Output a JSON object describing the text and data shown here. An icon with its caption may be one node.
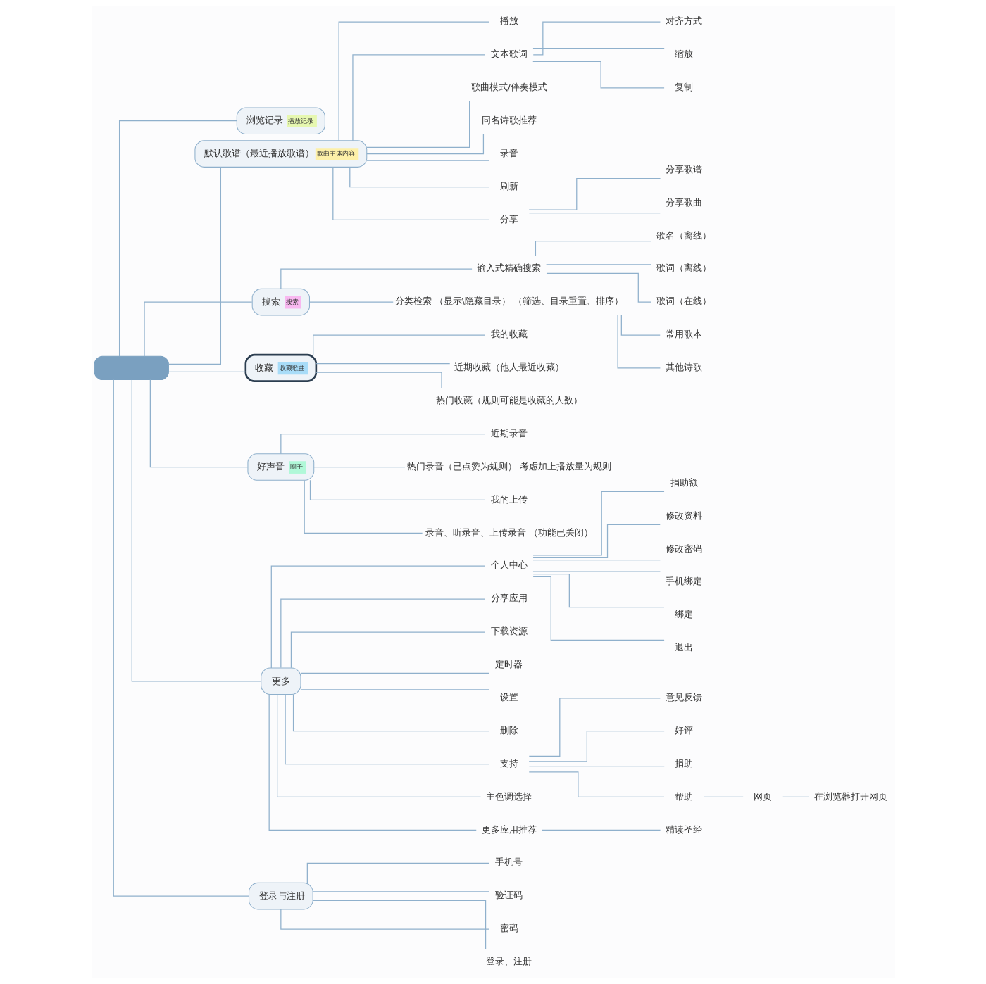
{
  "diagram": {
    "nodes": [
      {
        "text": [],
        "shape": "box"
      },
      {
        "text": [
          "浏览记录",
          "播放记录"
        ]
      },
      {
        "text": [
          "默认歌谱（最近播放歌谱）",
          "歌曲主体内容"
        ]
      },
      {
        "text": [
          "播放"
        ]
      },
      {
        "text": [
          "文本歌词"
        ]
      },
      {
        "text": [
          "对齐方式"
        ]
      },
      {
        "text": [
          "缩放"
        ]
      },
      {
        "text": [
          "复制"
        ]
      },
      {
        "text": [
          "歌曲模式/伴奏模式"
        ]
      },
      {
        "text": [
          "同名诗歌推荐"
        ]
      },
      {
        "text": [
          "录音"
        ]
      },
      {
        "text": [
          "刷新"
        ]
      },
      {
        "text": [
          "分享"
        ]
      },
      {
        "text": [
          "分享歌谱"
        ]
      },
      {
        "text": [
          "分享歌曲"
        ]
      },
      {
        "text": [
          "搜索",
          "搜索"
        ]
      },
      {
        "text": [
          "输入式精确搜索"
        ]
      },
      {
        "text": [
          "歌名（离线）"
        ]
      },
      {
        "text": [
          "歌词（离线）"
        ]
      },
      {
        "text": [
          "歌词（在线）"
        ]
      },
      {
        "text": [
          "分类检索 （显示\\隐藏目录） （筛选、目录重置、排序）"
        ]
      },
      {
        "text": [
          "常用歌本"
        ]
      },
      {
        "text": [
          "其他诗歌"
        ]
      },
      {
        "text": [
          "收藏",
          "收藏歌曲"
        ]
      },
      {
        "text": [
          "我的收藏"
        ]
      },
      {
        "text": [
          "近期收藏（他人最近收藏）"
        ]
      },
      {
        "text": [
          "热门收藏（规则可能是收藏的人数）"
        ]
      },
      {
        "text": [
          "好声音",
          "圈子"
        ]
      },
      {
        "text": [
          "近期录音"
        ]
      },
      {
        "text": [
          "热门录音（已点赞为规则） 考虑加上播放量为规则"
        ]
      },
      {
        "text": [
          "我的上传"
        ]
      },
      {
        "text": [
          "录音、听录音、上传录音 （功能已关闭）"
        ]
      },
      {
        "text": [
          "更多"
        ]
      },
      {
        "text": [
          "个人中心"
        ]
      },
      {
        "text": [
          "捐助额"
        ]
      },
      {
        "text": [
          "修改资料"
        ]
      },
      {
        "text": [
          "修改密码"
        ]
      },
      {
        "text": [
          "手机绑定"
        ]
      },
      {
        "text": [
          "绑定"
        ]
      },
      {
        "text": [
          "退出"
        ]
      },
      {
        "text": [
          "分享应用"
        ]
      },
      {
        "text": [
          "下载资源"
        ]
      },
      {
        "text": [
          "定时器"
        ]
      },
      {
        "text": [
          "设置"
        ]
      },
      {
        "text": [
          "删除"
        ]
      },
      {
        "text": [
          "支持"
        ]
      },
      {
        "text": [
          "意见反馈"
        ]
      },
      {
        "text": [
          "好评"
        ]
      },
      {
        "text": [
          "捐助"
        ]
      },
      {
        "text": [
          "帮助"
        ]
      },
      {
        "text": [
          "网页"
        ]
      },
      {
        "text": [
          "在浏览器打开网页"
        ]
      },
      {
        "text": [
          "主色调选择"
        ]
      },
      {
        "text": [
          "更多应用推荐"
        ]
      },
      {
        "text": [
          "精读圣经"
        ]
      },
      {
        "text": [
          "登录与注册"
        ]
      },
      {
        "text": [
          "手机号"
        ]
      },
      {
        "text": [
          "验证码"
        ]
      },
      {
        "text": [
          "密码"
        ]
      },
      {
        "text": [
          "登录、注册"
        ]
      }
    ],
    "edges": [
      {
        "from": 0,
        "to": 1,
        "arrow": "none"
      },
      {
        "from": 0,
        "to": 2,
        "arrow": "none"
      },
      {
        "from": 2,
        "to": 3,
        "arrow": "none"
      },
      {
        "from": 2,
        "to": 4,
        "arrow": "none"
      },
      {
        "from": 4,
        "to": 5,
        "arrow": "none"
      },
      {
        "from": 4,
        "to": 6,
        "arrow": "none"
      },
      {
        "from": 4,
        "to": 7,
        "arrow": "none"
      },
      {
        "from": 2,
        "to": 8,
        "arrow": "none"
      },
      {
        "from": 2,
        "to": 9,
        "arrow": "none"
      },
      {
        "from": 2,
        "to": 10,
        "arrow": "none"
      },
      {
        "from": 2,
        "to": 11,
        "arrow": "none"
      },
      {
        "from": 2,
        "to": 12,
        "arrow": "none"
      },
      {
        "from": 12,
        "to": 13,
        "arrow": "none"
      },
      {
        "from": 12,
        "to": 14,
        "arrow": "none"
      },
      {
        "from": 0,
        "to": 15,
        "arrow": "none"
      },
      {
        "from": 15,
        "to": 16,
        "arrow": "none"
      },
      {
        "from": 16,
        "to": 17,
        "arrow": "none"
      },
      {
        "from": 16,
        "to": 18,
        "arrow": "none"
      },
      {
        "from": 16,
        "to": 19,
        "arrow": "none"
      },
      {
        "from": 15,
        "to": 20,
        "arrow": "none"
      },
      {
        "from": 20,
        "to": 21,
        "arrow": "none"
      },
      {
        "from": 20,
        "to": 22,
        "arrow": "none"
      },
      {
        "from": 0,
        "to": 23,
        "arrow": "none"
      },
      {
        "from": 23,
        "to": 24,
        "arrow": "none"
      },
      {
        "from": 23,
        "to": 25,
        "arrow": "none"
      },
      {
        "from": 23,
        "to": 26,
        "arrow": "none"
      },
      {
        "from": 0,
        "to": 27,
        "arrow": "none"
      },
      {
        "from": 27,
        "to": 28,
        "arrow": "none"
      },
      {
        "from": 27,
        "to": 29,
        "arrow": "none"
      },
      {
        "from": 27,
        "to": 30,
        "arrow": "none"
      },
      {
        "from": 27,
        "to": 31,
        "arrow": "none"
      },
      {
        "from": 0,
        "to": 32,
        "arrow": "none"
      },
      {
        "from": 32,
        "to": 33,
        "arrow": "none"
      },
      {
        "from": 33,
        "to": 34,
        "arrow": "none"
      },
      {
        "from": 33,
        "to": 35,
        "arrow": "none"
      },
      {
        "from": 33,
        "to": 36,
        "arrow": "none"
      },
      {
        "from": 33,
        "to": 37,
        "arrow": "none"
      },
      {
        "from": 33,
        "to": 38,
        "arrow": "none"
      },
      {
        "from": 33,
        "to": 39,
        "arrow": "none"
      },
      {
        "from": 32,
        "to": 40,
        "arrow": "none"
      },
      {
        "from": 32,
        "to": 41,
        "arrow": "none"
      },
      {
        "from": 32,
        "to": 42,
        "arrow": "none"
      },
      {
        "from": 32,
        "to": 43,
        "arrow": "none"
      },
      {
        "from": 32,
        "to": 44,
        "arrow": "none"
      },
      {
        "from": 32,
        "to": 45,
        "arrow": "none"
      },
      {
        "from": 45,
        "to": 46,
        "arrow": "none"
      },
      {
        "from": 45,
        "to": 47,
        "arrow": "none"
      },
      {
        "from": 45,
        "to": 48,
        "arrow": "none"
      },
      {
        "from": 45,
        "to": 49,
        "arrow": "none"
      },
      {
        "from": 49,
        "to": 50,
        "arrow": "none"
      },
      {
        "from": 50,
        "to": 51,
        "arrow": "none"
      },
      {
        "from": 32,
        "to": 52,
        "arrow": "none"
      },
      {
        "from": 32,
        "to": 53,
        "arrow": "none"
      },
      {
        "from": 53,
        "to": 54,
        "arrow": "none"
      },
      {
        "from": 0,
        "to": 55,
        "arrow": "none"
      },
      {
        "from": 55,
        "to": 56,
        "arrow": "none"
      },
      {
        "from": 55,
        "to": 57,
        "arrow": "none"
      },
      {
        "from": 55,
        "to": 58,
        "arrow": "none"
      },
      {
        "from": 55,
        "to": 59,
        "arrow": "none"
      }
    ]
  }
}
